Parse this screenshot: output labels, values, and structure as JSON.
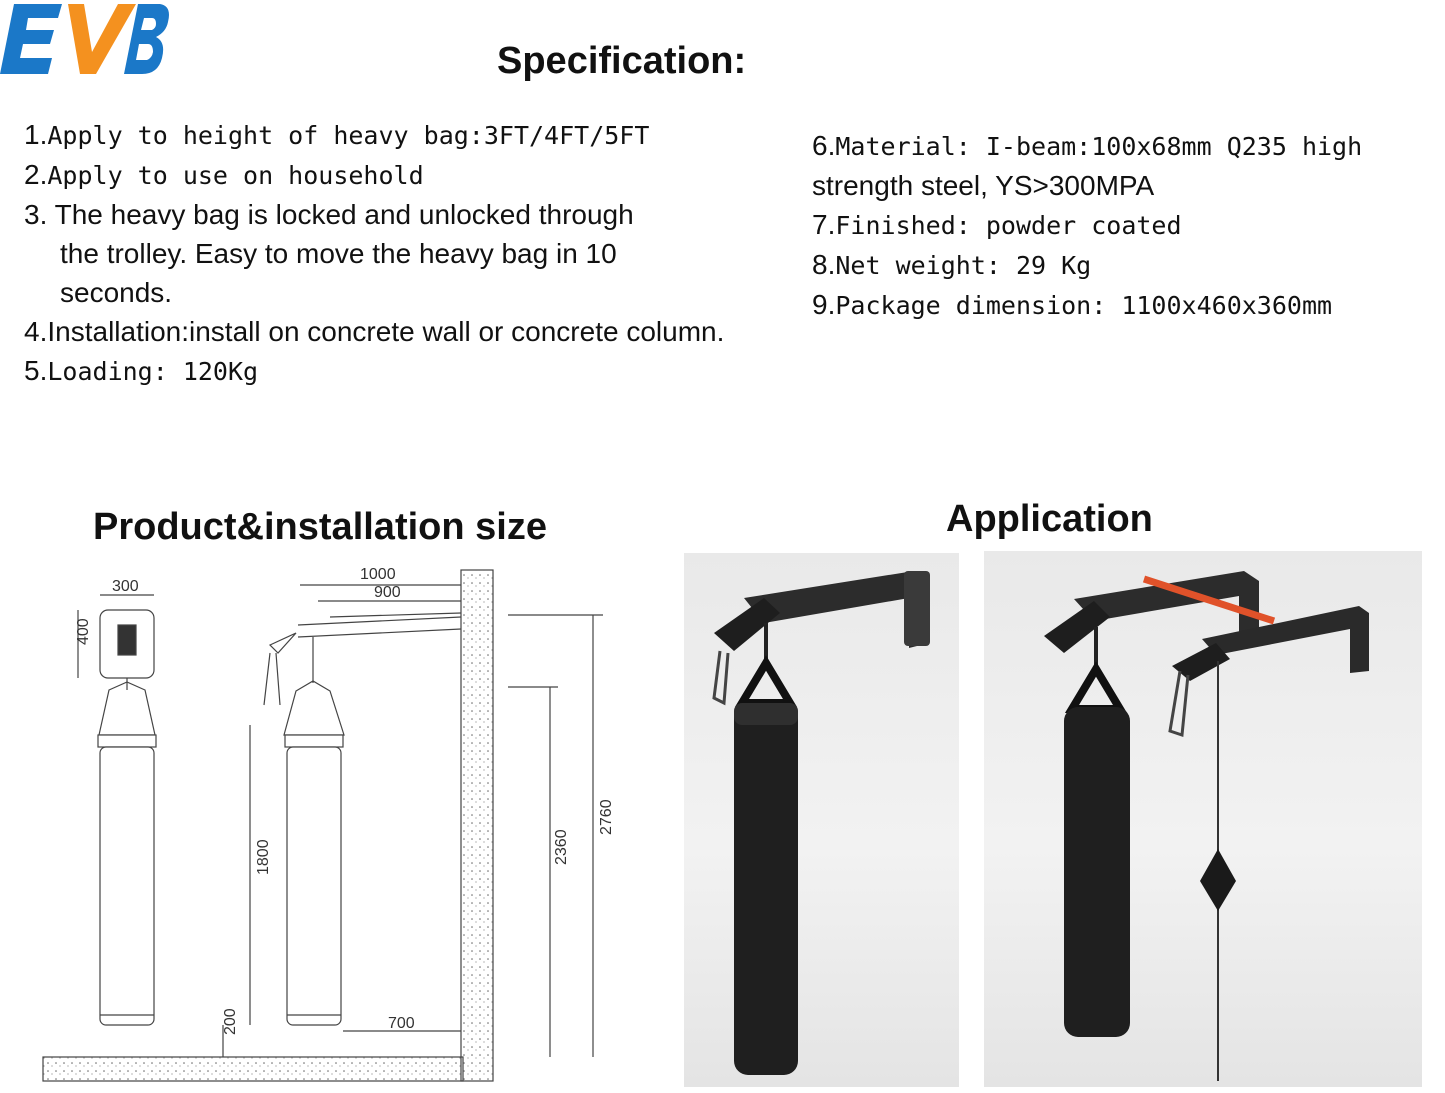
{
  "brand": {
    "logo_text": "EVB",
    "colors": {
      "orange": "#f4911f",
      "blue": "#1b78c8"
    }
  },
  "title": "Specification:",
  "spec_left": [
    {
      "num": "1.",
      "text": "Apply to height of heavy bag:3FT/4FT/5FT"
    },
    {
      "num": "2.",
      "text": "Apply to use on household"
    },
    {
      "num": "3.",
      "text": " The heavy bag is locked and unlocked through"
    },
    {
      "num": "",
      "text": "the trolley. Easy to move the heavy bag in 10"
    },
    {
      "num": "",
      "text": "seconds."
    },
    {
      "num": "4.",
      "text": "Installation:install on concrete wall or concrete column."
    },
    {
      "num": "5.",
      "text": "Loading: 120Kg"
    }
  ],
  "spec_right": [
    {
      "num": "6.",
      "text": "Material: I-beam:100x68mm Q235 high"
    },
    {
      "num": "",
      "text": "strength steel, YS>300MPA"
    },
    {
      "num": "7.",
      "text": "Finished: powder coated"
    },
    {
      "num": "8.",
      "text": "Net weight: 29 Kg"
    },
    {
      "num": "9.",
      "text": "Package dimension: 1100x460x360mm"
    }
  ],
  "section_install": "Product&installation size",
  "section_application": "Application",
  "dimensions": {
    "mount_width": "300",
    "mount_height": "400",
    "arm_length": "1000",
    "arm_inner": "900",
    "bag_length": "1800",
    "floor_gap": "200",
    "wall_offset": "700",
    "hang_height": "2360",
    "total_height": "2760"
  }
}
